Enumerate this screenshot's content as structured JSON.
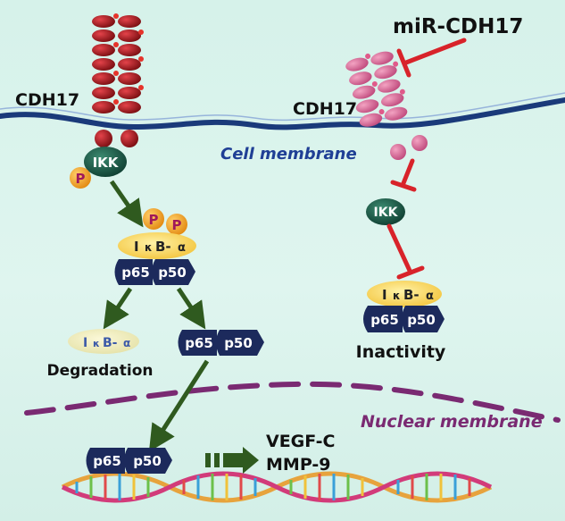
{
  "labels": {
    "cdh17_left": "CDH17",
    "cdh17_right": "CDH17",
    "mir": "miR-CDH17",
    "cell_membrane": "Cell membrane",
    "nuclear_membrane": "Nuclear membrane",
    "ikk": "IKK",
    "p": "P",
    "ikba_i": "I",
    "ikba_k": "κ",
    "ikba_b": "B-",
    "ikba_a": "α",
    "p65": "p65",
    "p50": "p50",
    "degradation": "Degradation",
    "inactivity": "Inactivity",
    "vegf": "VEGF-C",
    "mmp": "MMP-9"
  },
  "colors": {
    "background": "#d9f3ec",
    "cell_membrane": "#1a3a7a",
    "cell_membrane_text": "#1f3f95",
    "nuclear_membrane": "#7a2a72",
    "nuclear_membrane_text": "#7a2a72",
    "cdh17_active": "#a8161c",
    "cdh17_inactive": "#d9749c",
    "ikk": "#1f5e4c",
    "phospho": "#f1a530",
    "ikba": "#f7d563",
    "ikba_faded": "#ece7b4",
    "p65_p50": "#1c2a5c",
    "activation_arrow": "#2f5a1f",
    "inhibition": "#d8232a"
  }
}
